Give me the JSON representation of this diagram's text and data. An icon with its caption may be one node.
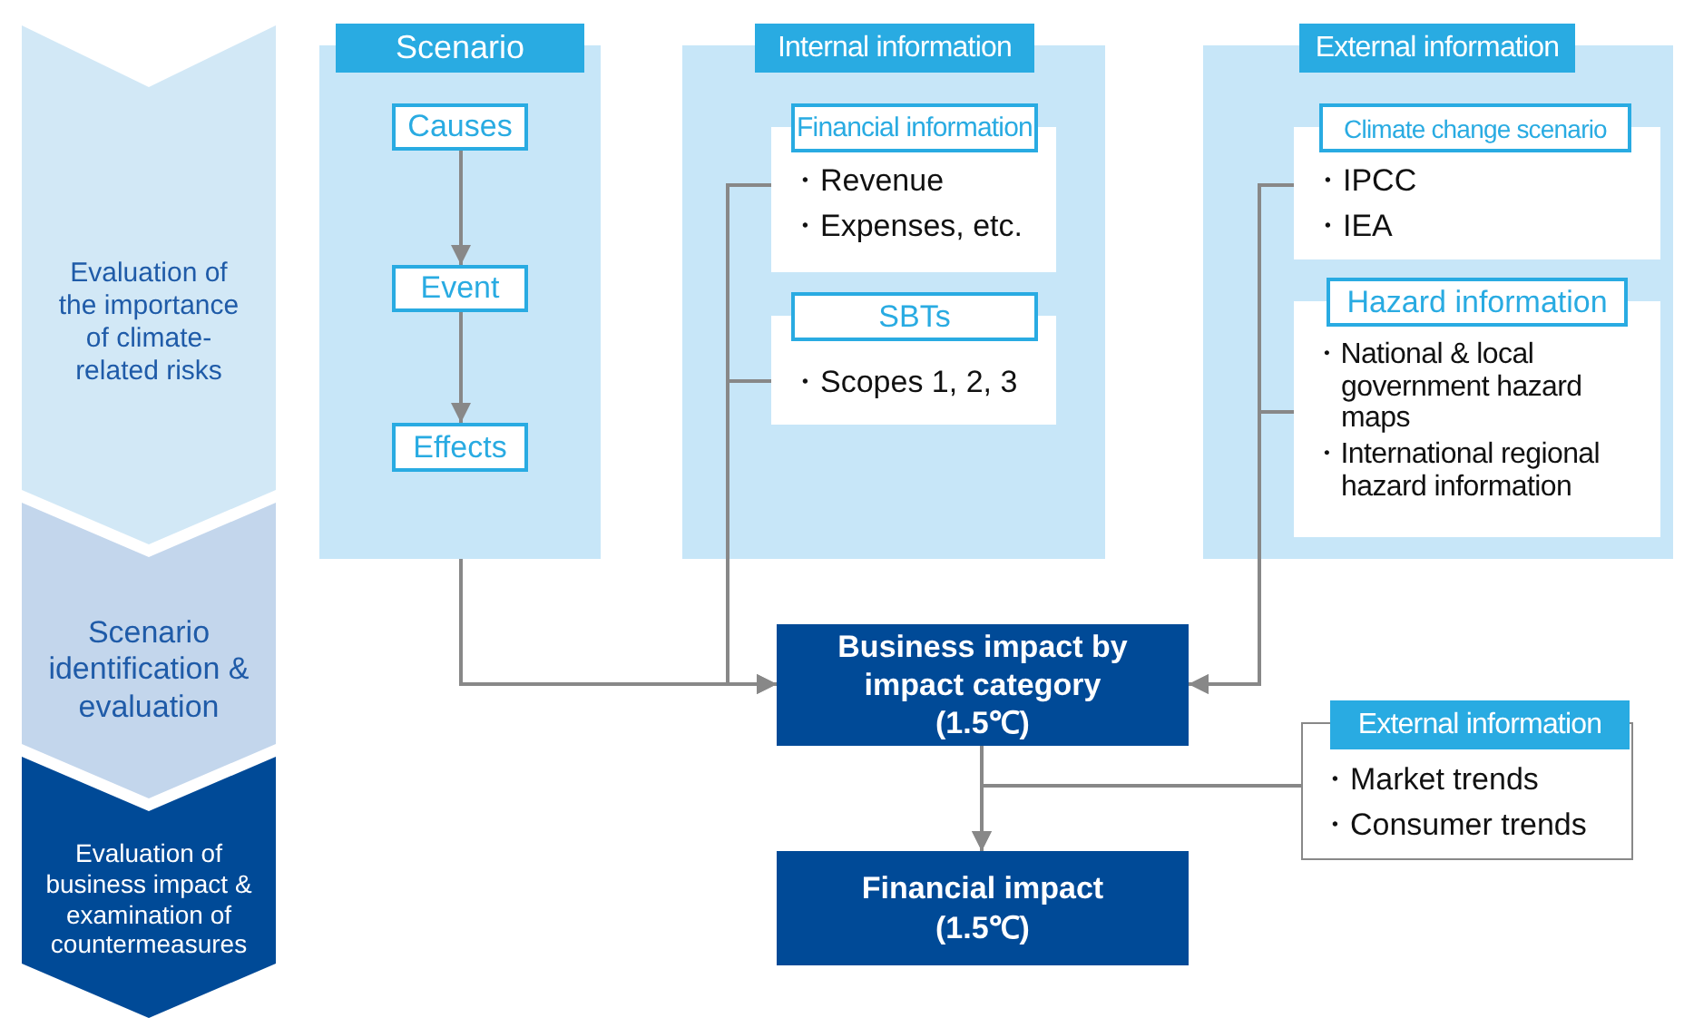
{
  "diagram": {
    "nodes": [
      {
        "text": [
          "Evaluation of the importance of climate-related risks"
        ]
      },
      {
        "text": [
          "Scenario identification & evaluation"
        ]
      },
      {
        "text": [
          "Evaluation of business impact & examination of countermeasures"
        ]
      },
      {
        "text": [
          "Scenario"
        ]
      },
      {
        "text": [
          "Causes"
        ],
        "in": 3
      },
      {
        "text": [
          "Event"
        ],
        "in": 3
      },
      {
        "text": [
          "Effects"
        ],
        "in": 3
      },
      {
        "text": [
          "Internal information"
        ]
      },
      {
        "text": [
          "Financial information",
          "・Revenue",
          "・Expenses, etc."
        ],
        "in": 7
      },
      {
        "text": [
          "SBTs",
          "・Scopes 1, 2, 3"
        ],
        "in": 7
      },
      {
        "text": [
          "External information"
        ]
      },
      {
        "text": [
          "Climate change scenario",
          "・IPCC",
          "・IEA"
        ],
        "in": 10
      },
      {
        "text": [
          "Hazard information",
          "・National & local government hazard maps",
          "・International regional hazard information"
        ],
        "in": 10
      },
      {
        "text": [
          "Business impact by impact category (1.5℃)"
        ]
      },
      {
        "text": [
          "External information",
          "・Market trends",
          "・Consumer trends"
        ]
      },
      {
        "text": [
          "Financial impact (1.5℃)"
        ]
      }
    ],
    "edges": [
      {
        "from": 4,
        "to": 5,
        "arrow": "to"
      },
      {
        "from": 5,
        "to": 6,
        "arrow": "to"
      },
      {
        "from": 3,
        "to": 13,
        "arrow": "to"
      },
      {
        "from": 8,
        "to": 13,
        "arrow": "to"
      },
      {
        "from": 9,
        "to": 13,
        "arrow": "to"
      },
      {
        "from": 11,
        "to": 13,
        "arrow": "to"
      },
      {
        "from": 12,
        "to": 13,
        "arrow": "to"
      },
      {
        "from": 13,
        "to": 15,
        "arrow": "to"
      },
      {
        "from": 14,
        "to": 15,
        "arrow": "to"
      }
    ]
  }
}
